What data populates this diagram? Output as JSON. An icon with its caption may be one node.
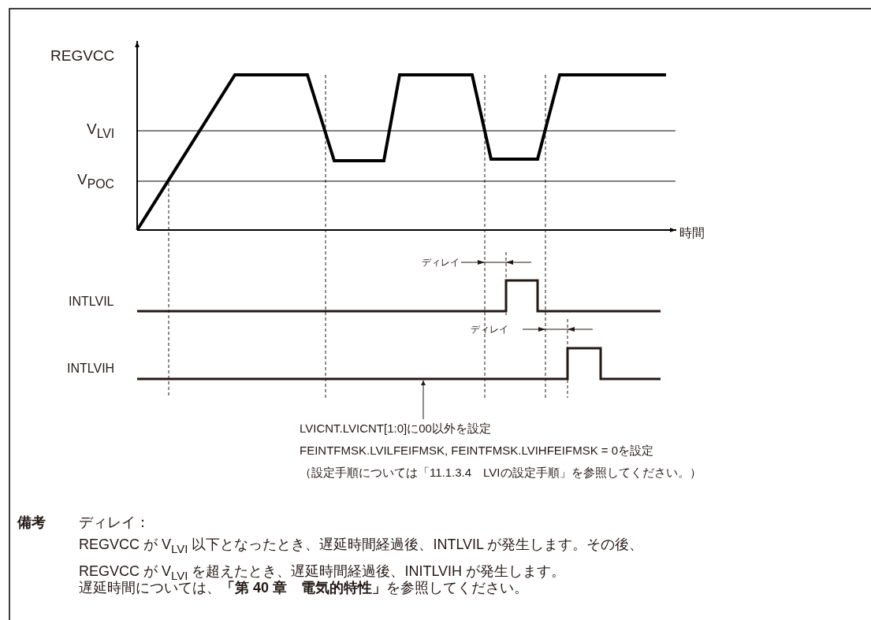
{
  "diagram": {
    "nodes": [
      {
        "text": [
          "LVICNT.LVICNT[1:0]に00以外を設定",
          "FEINTFMSK.LVILFEIFMSK, FEINTFMSK.LVIHFEIFMSK = 0を設定",
          "（設定手順については「11.1.3.4　LVIの設定手順」を参照してください。）"
        ]
      },
      {
        "text": [],
        "shape": "line"
      }
    ],
    "edges": [
      {
        "from": 0,
        "to": 1,
        "arrow": "to"
      }
    ],
    "labels": [
      "REGVCC",
      "V$_{LVI}$",
      "V$_{POC}$",
      "時間",
      "ディレイ",
      "INTLVIL",
      "ディレイ",
      "INTLVIH",
      "備考",
      "ディレイ：",
      "REGVCC が V$_{LVI}$ 以下となったとき、遅延時間経過後、INTLVIL が発生します。その後、REGVCC が V$_{LVI}$ を超えたとき、遅延時間経過後、INITLVIH が発生します。",
      "遅延時間については、**「第 40 章　電気的特性」**を参照してください。"
    ]
  }
}
